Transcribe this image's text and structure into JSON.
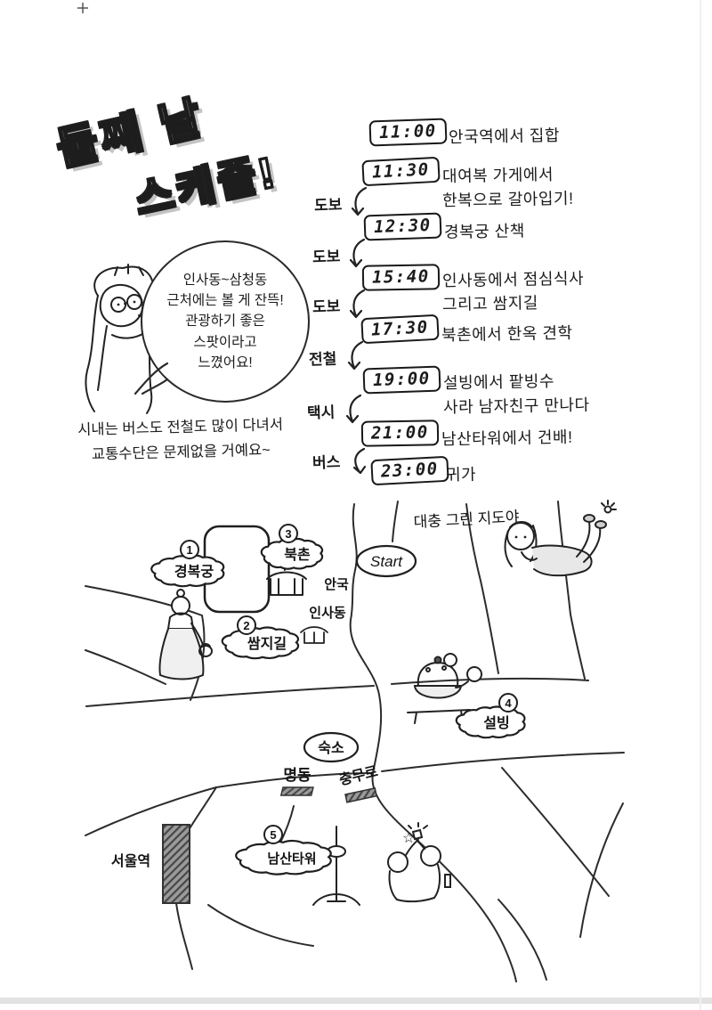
{
  "title": {
    "line1": "둘째 날",
    "line2": "스케줄!"
  },
  "schedule": {
    "items": [
      {
        "time": "11:00",
        "line1": "안국역에서 집합"
      },
      {
        "time": "11:30",
        "line1": "대여복 가게에서",
        "line2": "한복으로 갈아입기!"
      },
      {
        "time": "12:30",
        "line1": "경복궁 산책",
        "transport": "도보"
      },
      {
        "time": "15:40",
        "line1": "인사동에서 점심식사",
        "line2": "그리고 쌈지길",
        "transport": "도보"
      },
      {
        "time": "17:30",
        "line1": "북촌에서 한옥 견학",
        "transport": "도보"
      },
      {
        "time": "19:00",
        "line1": "설빙에서 팥빙수",
        "line2": "사라 남자친구 만나다",
        "transport": "전철"
      },
      {
        "time": "21:00",
        "line1": "남산타워에서 건배!",
        "transport": "택시"
      },
      {
        "time": "23:00",
        "line1": "귀가",
        "transport": "버스"
      }
    ]
  },
  "speech_bubble": {
    "line1": "인사동~삼청동",
    "line2": "근처에는 볼 게 잔뜩!",
    "line3": "관광하기 좋은",
    "line4": "스팟이라고",
    "line5": "느꼈어요!"
  },
  "note": {
    "line1": "시내는 버스도 전철도 많이 다녀서",
    "line2": "교통수단은 문제없을 거예요~"
  },
  "map": {
    "caption": "대충 그린 지도야",
    "start": "Start",
    "anguk": "안국",
    "insadong": "인사동",
    "sukso": "숙소",
    "myeongdong": "명동",
    "chungmuro": "충무로",
    "seoul_station": "서울역",
    "star": "☆",
    "spots": [
      {
        "num": "1",
        "label": "경복궁"
      },
      {
        "num": "2",
        "label": "쌈지길"
      },
      {
        "num": "3",
        "label": "북촌"
      },
      {
        "num": "4",
        "label": "설빙"
      },
      {
        "num": "5",
        "label": "남산타워"
      }
    ]
  }
}
